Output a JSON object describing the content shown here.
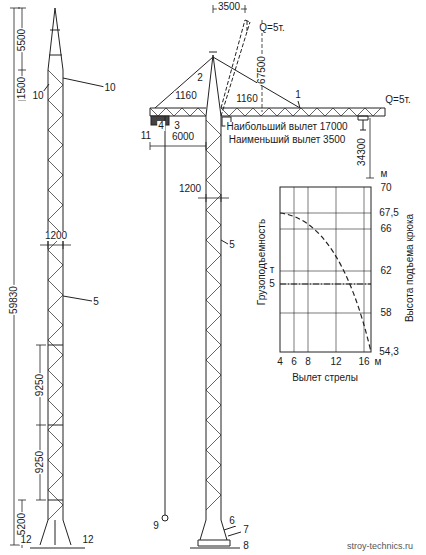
{
  "diagram": {
    "labels": [
      "5500",
      "1500",
      "10",
      "10",
      "59830",
      "1200",
      "5",
      "9250",
      "9250",
      "5200",
      "12",
      "12",
      "3500",
      "Q=5т.",
      "67500",
      "2",
      "1160",
      "1160",
      "1",
      "Q=5т.",
      "3",
      "4",
      "11",
      "6000",
      "Наибольший вылет 17000",
      "Наименьший вылет 3500",
      "34300",
      "1200",
      "5",
      "9",
      "6",
      "7",
      "8",
      "м",
      "70",
      "67,5",
      "66",
      "62",
      "58",
      "54,3",
      "т",
      "5",
      "4",
      "6",
      "8",
      "12",
      "16",
      "м",
      "Грузоподъемность",
      "Высота подъема крюка",
      "Вылет стрелы",
      "stroy-technics.ru"
    ]
  }
}
